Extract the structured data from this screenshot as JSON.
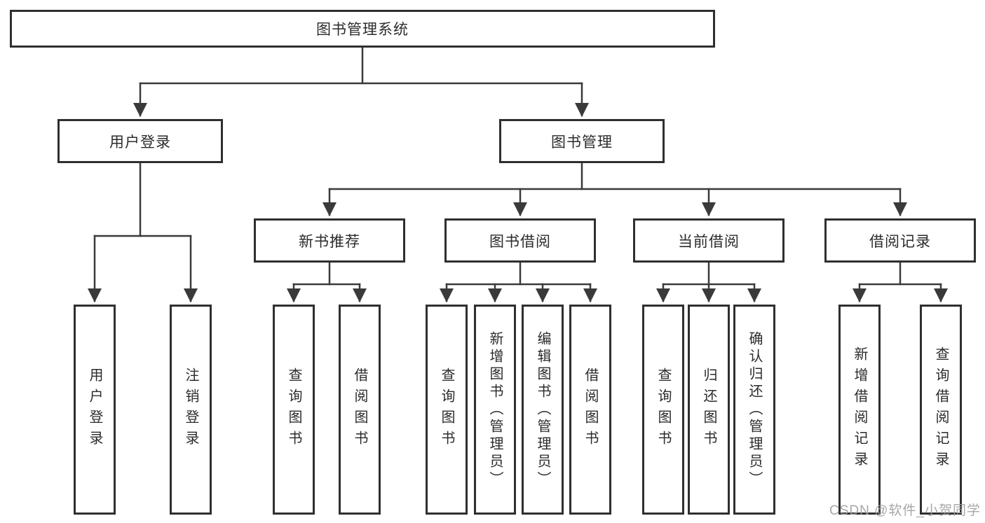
{
  "colors": {
    "line": "#3a3a3a",
    "border": "#2f2f2f",
    "text": "#2b2b2b",
    "watermark_text": "#9e9e9e",
    "background": "#ffffff"
  },
  "watermark": "CSDN @软件_小贺同学",
  "tree": {
    "root": {
      "label": "图书管理系统",
      "children": [
        {
          "label": "用户登录",
          "children": [
            {
              "label": "用户登录"
            },
            {
              "label": "注销登录"
            }
          ]
        },
        {
          "label": "图书管理",
          "children": [
            {
              "label": "新书推荐",
              "children": [
                {
                  "label": "查询图书"
                },
                {
                  "label": "借阅图书"
                }
              ]
            },
            {
              "label": "图书借阅",
              "children": [
                {
                  "label": "查询图书"
                },
                {
                  "label": "新增图书（管理员）"
                },
                {
                  "label": "编辑图书（管理员）"
                },
                {
                  "label": "借阅图书"
                }
              ]
            },
            {
              "label": "当前借阅",
              "children": [
                {
                  "label": "查询图书"
                },
                {
                  "label": "归还图书"
                },
                {
                  "label": "确认归还（管理员）"
                }
              ]
            },
            {
              "label": "借阅记录",
              "children": [
                {
                  "label": "新增借阅记录"
                },
                {
                  "label": "查询借阅记录"
                }
              ]
            }
          ]
        }
      ]
    }
  }
}
